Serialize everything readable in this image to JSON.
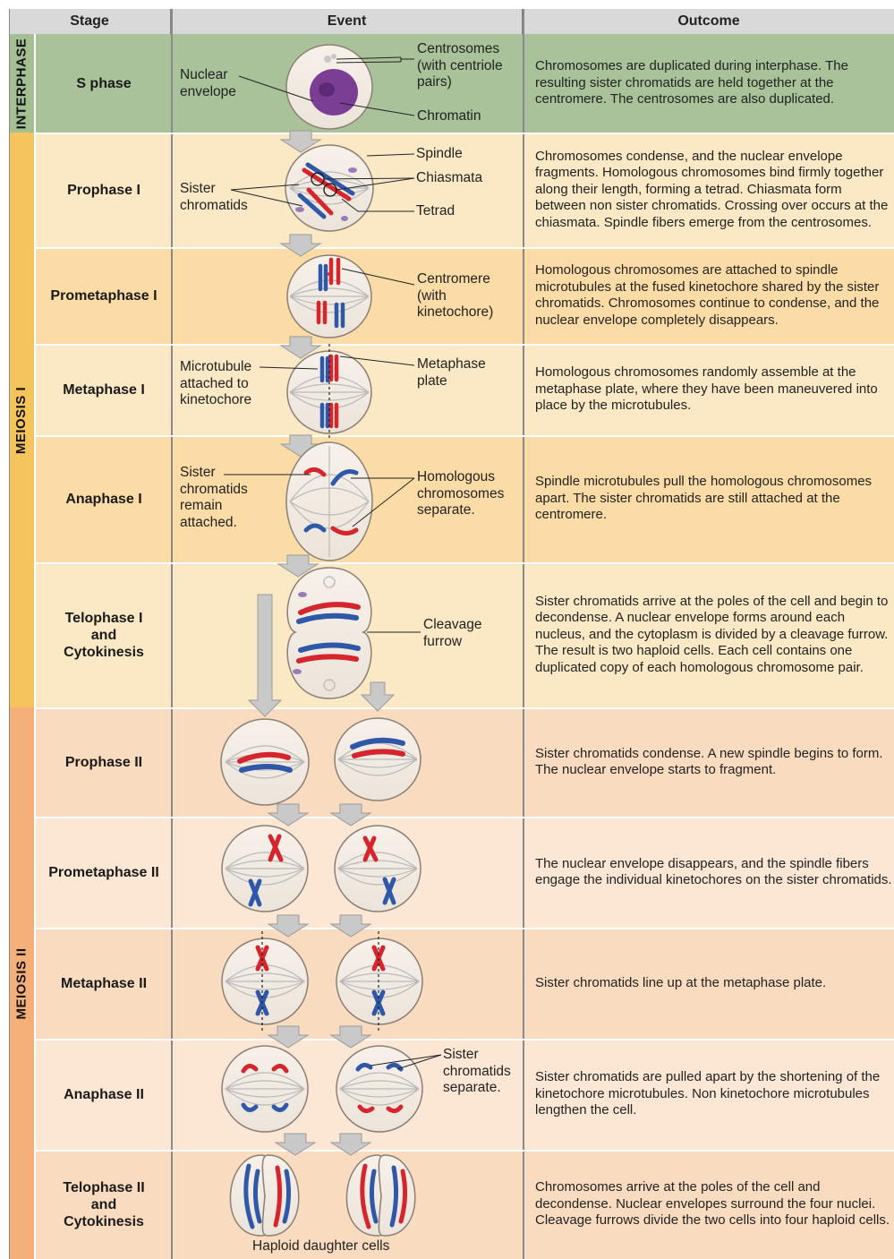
{
  "headers": {
    "stage": "Stage",
    "event": "Event",
    "outcome": "Outcome"
  },
  "groups": {
    "interphase": "INTERPHASE",
    "meiosis1": "MEIOSIS I",
    "meiosis2": "MEIOSIS II"
  },
  "colors": {
    "interphase": "#a9c29a",
    "meiosis1_a": "#fbe9c6",
    "meiosis1_b": "#fbdca6",
    "meiosis2_a": "#f9dcc0",
    "meiosis2_b": "#fbe7d4",
    "side_interphase": "#a4bf94",
    "side_m1": "#f6c45d",
    "side_m2": "#f5b07a",
    "red_chrom": "#d7252e",
    "blue_chrom": "#2f58a8"
  },
  "rows": [
    {
      "stage": "S phase",
      "outcome": "Chromosomes are duplicated during interphase. The resulting sister chromatids are held together at the centromere. The centrosomes are also duplicated."
    },
    {
      "stage": "Prophase I",
      "outcome": "Chromosomes condense, and the nuclear envelope fragments. Homologous chromosomes bind firmly together along their length, forming a tetrad. Chiasmata form between non sister chromatids. Crossing over occurs at the chiasmata. Spindle fibers emerge from the centrosomes."
    },
    {
      "stage": "Prometaphase I",
      "outcome": "Homologous chromosomes are attached to spindle microtubules at the fused kinetochore shared by the sister chromatids. Chromosomes continue to condense, and the nuclear envelope completely disappears."
    },
    {
      "stage": "Metaphase I",
      "outcome": "Homologous chromosomes randomly assemble at the metaphase plate, where they have been maneuvered into place by the microtubules."
    },
    {
      "stage": "Anaphase I",
      "outcome": "Spindle microtubules pull the homologous chromosomes apart. The sister chromatids are still attached at the centromere."
    },
    {
      "stage": "Telophase I and Cytokinesis",
      "outcome": "Sister chromatids arrive at the poles of the cell and begin to decondense. A nuclear envelope forms around each nucleus, and the cytoplasm is divided by a cleavage furrow. The result is two haploid cells. Each cell contains one duplicated copy of each homologous chromosome pair."
    },
    {
      "stage": "Prophase II",
      "outcome": "Sister chromatids condense. A new spindle begins to form. The nuclear envelope starts to fragment."
    },
    {
      "stage": "Prometaphase II",
      "outcome": "The nuclear envelope disappears, and the spindle fibers engage the individual kinetochores on the sister chromatids."
    },
    {
      "stage": "Metaphase II",
      "outcome": "Sister chromatids line up at the metaphase plate."
    },
    {
      "stage": "Anaphase II",
      "outcome": "Sister chromatids are pulled apart by the shortening of  the kinetochore microtubules. Non kinetochore microtubules lengthen the cell."
    },
    {
      "stage": "Telophase II and Cytokinesis",
      "outcome": "Chromosomes arrive at the poles of the cell and decondense. Nuclear envelopes surround the four nuclei. Cleavage furrows divide the two cells into four haploid cells."
    }
  ],
  "labels": {
    "nuclear_envelope": "Nuclear envelope",
    "centrosomes": "Centrosomes (with centriole pairs)",
    "chromatin": "Chromatin",
    "spindle": "Spindle",
    "chiasmata": "Chiasmata",
    "tetrad": "Tetrad",
    "sister_chromatids": "Sister chromatids",
    "centromere": "Centromere (with kinetochore)",
    "microtubule": "Microtubule attached to kinetochore",
    "metaphase_plate": "Metaphase plate",
    "sister_remain": "Sister chromatids remain attached.",
    "homologous_separate": "Homologous chromosomes separate.",
    "cleavage_furrow": "Cleavage furrow",
    "sister_separate": "Sister chromatids separate.",
    "haploid": "Haploid daughter cells"
  }
}
